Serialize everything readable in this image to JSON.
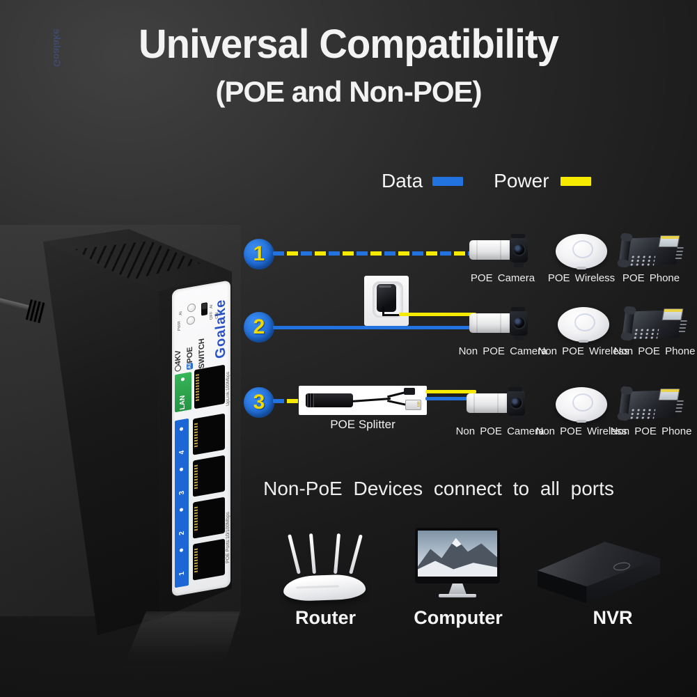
{
  "title": {
    "line1": "Universal Compatibility",
    "line2": "(POE and Non-POE)"
  },
  "legend": {
    "data_label": "Data",
    "power_label": "Power",
    "data_color": "#2273e0",
    "power_color": "#f5ea00"
  },
  "switch_device": {
    "brand": "Goalake",
    "led_pwr": "PWR",
    "led_ai": "AI",
    "toggle_ai": "AI",
    "toggle_off": "OFF",
    "toggle_on": "ON",
    "surge_label": "4KV",
    "product_ai": "AI",
    "product_poe": "POE",
    "product_switch": "SWITCH",
    "uplink_label": "LAN",
    "uplink_speed": "UpLink:100Mbps",
    "poe_port_numbers": [
      "4",
      "3",
      "2",
      "1"
    ],
    "poe_speed": "POE Ports:10/100Mbps"
  },
  "rows": [
    {
      "number": "1",
      "devices": [
        {
          "label": "POE Camera"
        },
        {
          "label": "POE Wireless"
        },
        {
          "label": "POE Phone"
        }
      ]
    },
    {
      "number": "2",
      "devices": [
        {
          "label": "Non POE Camera"
        },
        {
          "label": "Non POE Wireless"
        },
        {
          "label": "Non POE Phone"
        }
      ]
    },
    {
      "number": "3",
      "splitter_label": "POE Splitter",
      "devices": [
        {
          "label": "Non POE Camera"
        },
        {
          "label": "Non POE Wireless"
        },
        {
          "label": "Non POE Phone"
        }
      ]
    }
  ],
  "note": "Non-PoE Devices connect to all ports",
  "bottom_devices": [
    {
      "label": "Router"
    },
    {
      "label": "Computer"
    },
    {
      "label": "NVR"
    }
  ]
}
